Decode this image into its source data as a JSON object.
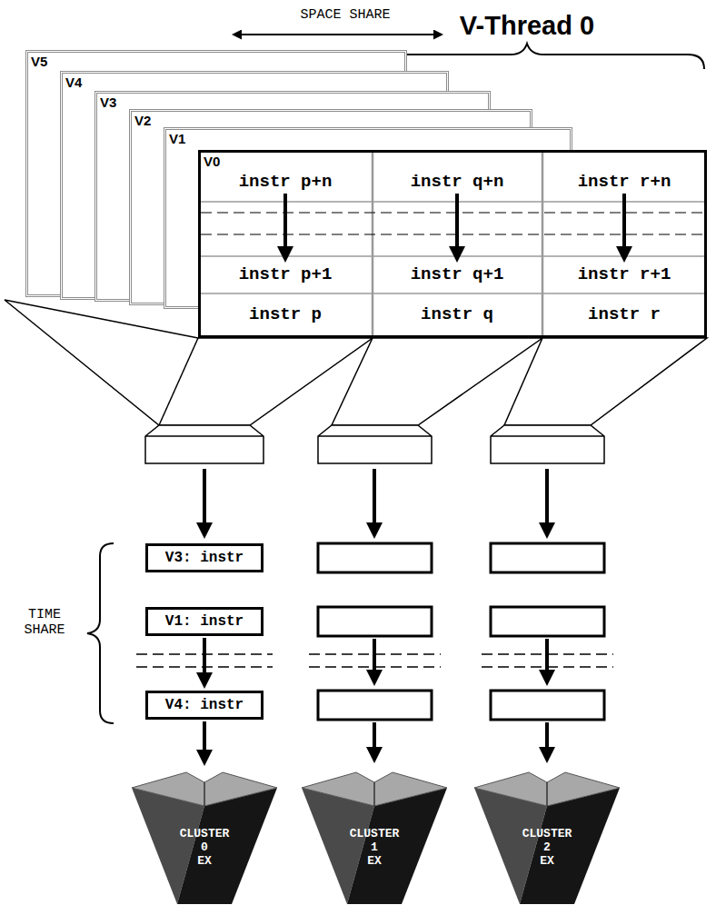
{
  "diagram": {
    "nodes": [
      {
        "text": [
          "V5"
        ]
      },
      {
        "text": [
          "V4"
        ]
      },
      {
        "text": [
          "V3"
        ]
      },
      {
        "text": [
          "V2"
        ]
      },
      {
        "text": [
          "V1"
        ]
      },
      {
        "text": [
          "V0"
        ]
      },
      {
        "text": [
          "instr p+n"
        ],
        "in": 5
      },
      {
        "text": [
          "instr q+n"
        ],
        "in": 5
      },
      {
        "text": [
          "instr r+n"
        ],
        "in": 5
      },
      {
        "text": [
          "instr p+1"
        ],
        "in": 5
      },
      {
        "text": [
          "instr q+1"
        ],
        "in": 5
      },
      {
        "text": [
          "instr r+1"
        ],
        "in": 5
      },
      {
        "text": [
          "instr p"
        ],
        "in": 5
      },
      {
        "text": [
          "instr q"
        ],
        "in": 5
      },
      {
        "text": [
          "instr r"
        ],
        "in": 5
      },
      {
        "text": [
          "V3: instr"
        ]
      },
      {
        "text": [
          "V1: instr"
        ]
      },
      {
        "text": [
          "V4: instr"
        ]
      },
      {
        "text": [
          "CLUSTER 0 EX"
        ]
      },
      {
        "text": [
          "CLUSTER 1 EX"
        ]
      },
      {
        "text": [
          "CLUSTER 2 EX"
        ]
      }
    ],
    "edges": [
      {
        "from": 6,
        "to": 9,
        "arrow": "to"
      },
      {
        "from": 7,
        "to": 10,
        "arrow": "to"
      },
      {
        "from": 8,
        "to": 11,
        "arrow": "to"
      },
      {
        "from": 16,
        "to": 17,
        "arrow": "to"
      },
      {
        "from": 17,
        "to": 18,
        "arrow": "to"
      }
    ],
    "labels": [
      "SPACE SHARE",
      "V-Thread 0",
      "TIME SHARE"
    ]
  }
}
